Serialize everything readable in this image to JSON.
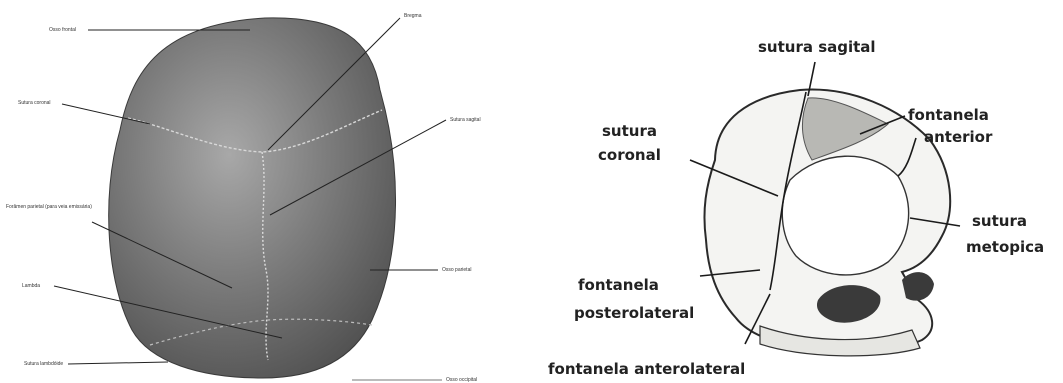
{
  "left_figure": {
    "labels": {
      "frontal_bone": "Osso frontal",
      "bregma": "Bregma",
      "coronal_suture": "Sutura coronal",
      "sagittal_suture": "Sutura sagital",
      "parietal_foramen": "Forâmen parietal (para veia emissária)",
      "parietal_bone": "Osso parietal",
      "lambda": "Lambda",
      "lambdoid_suture": "Sutura lambdóide",
      "occipital_bone": "Osso occipital"
    }
  },
  "right_figure": {
    "labels": {
      "sagittal_suture": "sutura sagital",
      "anterior_fontanelle_1": "fontanela",
      "anterior_fontanelle_2": "anterior",
      "coronal_suture_1": "sutura",
      "coronal_suture_2": "coronal",
      "metopic_suture_1": "sutura",
      "metopic_suture_2": "metopica",
      "posterolateral_fontanelle_1": "fontanela",
      "posterolateral_fontanelle_2": "posterolateral",
      "anterolateral_fontanelle": "fontanela anterolateral"
    }
  },
  "colors": {
    "skull_grey": "#7a7a7a",
    "infant_skull": "#f4f4f2",
    "line": "#1a1a1a"
  }
}
